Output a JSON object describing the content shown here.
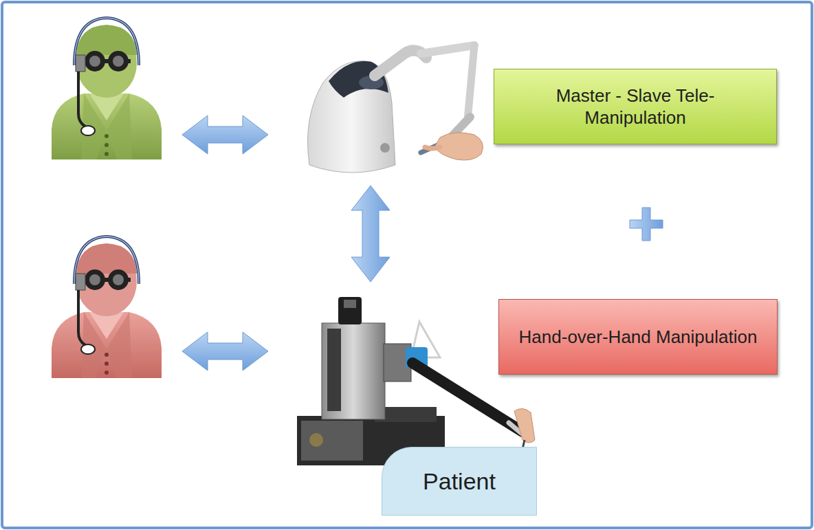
{
  "diagram": {
    "nodes": [
      {
        "text": [
          "Master - Slave Tele-Manipulation"
        ]
      },
      {
        "text": [
          "Hand-over-Hand Manipulation"
        ]
      },
      {
        "text": [
          "Patient"
        ]
      }
    ]
  }
}
